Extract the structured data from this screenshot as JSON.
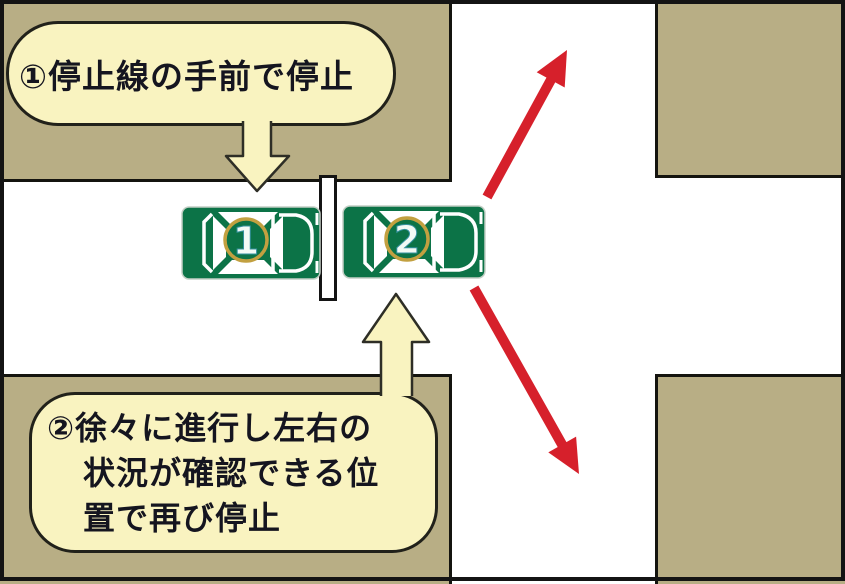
{
  "diagram_title": "two-step stop at blind intersection",
  "callouts": {
    "step1": {
      "text": "①停止線の手前で停止"
    },
    "step2": {
      "lines": [
        "②徐々に進行し左右の",
        "状況が確認できる位",
        "置で再び停止"
      ]
    }
  },
  "cars": [
    {
      "label": "1"
    },
    {
      "label": "2"
    }
  ],
  "colors": {
    "block_tan": "#b8ae85",
    "road_white": "#ffffff",
    "bubble_yellow": "#f9f3c0",
    "callout_outline": "#21211a",
    "car_green": "#0c7347",
    "car_marking_white": "#ffffff",
    "number_ring_gold": "#c2a040",
    "number_fill": "#f2faf5",
    "arrow_red": "#d6202b",
    "line_black": "#141414"
  }
}
